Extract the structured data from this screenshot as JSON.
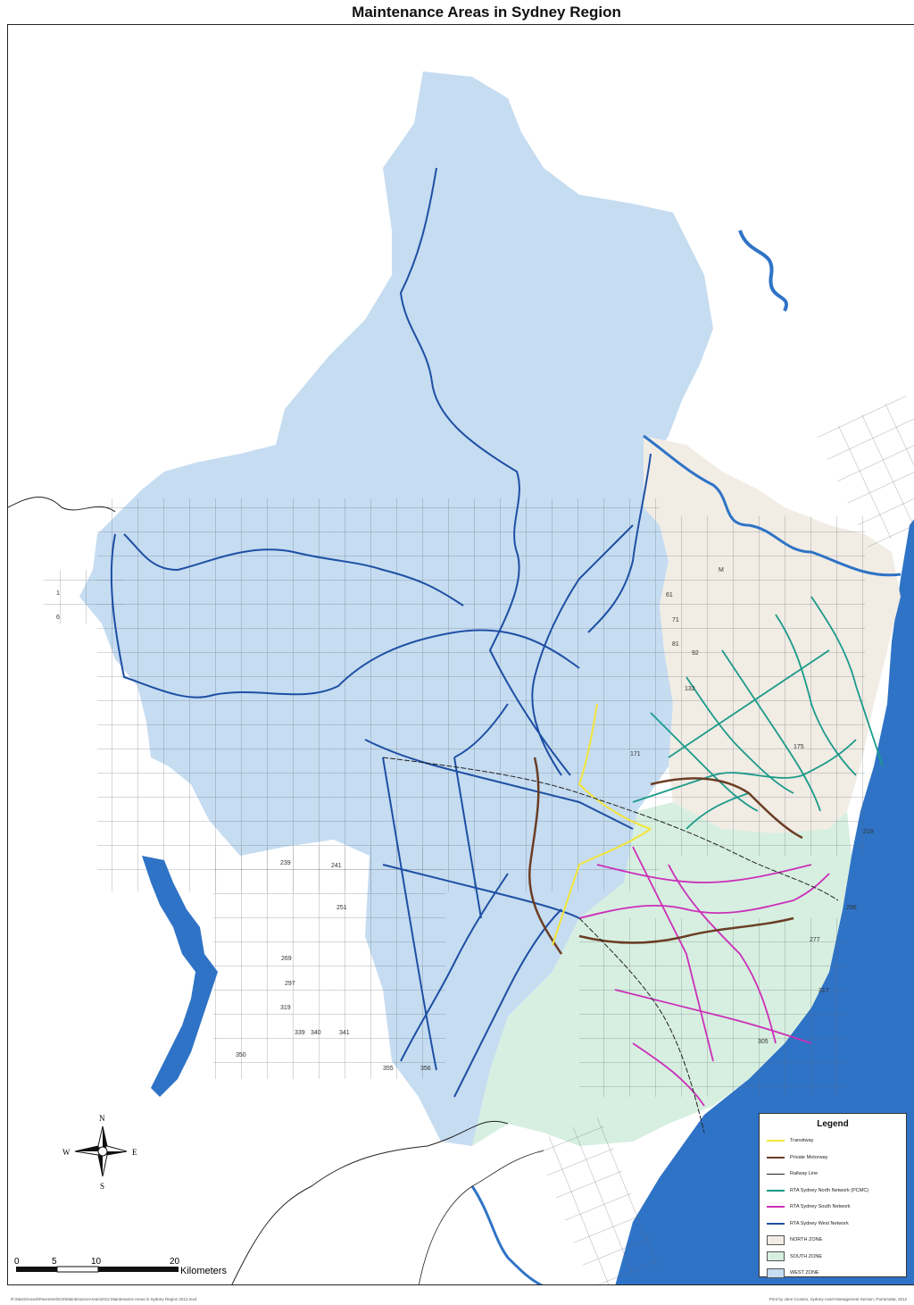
{
  "title": "Maintenance Areas in Sydney Region",
  "legend": {
    "title": "Legend",
    "items": [
      {
        "label": "Transitway",
        "kind": "line",
        "color": "#f2e53a"
      },
      {
        "label": "Private Motorway",
        "kind": "line",
        "color": "#6b3d24"
      },
      {
        "label": "Railway Line",
        "kind": "rail",
        "color": "#222222"
      },
      {
        "label": "RTA Sydney North Network (PCMC)",
        "kind": "line",
        "color": "#1a9a8a"
      },
      {
        "label": "RTA Sydney South Network",
        "kind": "line",
        "color": "#cc2fb8"
      },
      {
        "label": "RTA Sydney West Network",
        "kind": "line",
        "color": "#1e4fa3"
      },
      {
        "label": "NORTH ZONE",
        "kind": "box",
        "color": "#f1ece4"
      },
      {
        "label": "SOUTH ZONE",
        "kind": "box",
        "color": "#d6efe0"
      },
      {
        "label": "WEST ZONE",
        "kind": "box",
        "color": "#c5dcf1"
      }
    ]
  },
  "compass": {
    "n": "N",
    "s": "S",
    "e": "E",
    "w": "W"
  },
  "scale": {
    "ticks": [
      "0",
      "5",
      "10",
      "20"
    ],
    "unit": "Kilometers"
  },
  "colors": {
    "ocean": "#2f73c6",
    "west_zone": "#c5dcf1",
    "north_zone": "#f1ece4",
    "south_zone": "#d6efe0"
  },
  "grid_labels": {
    "cells": [
      "1",
      "6",
      "M",
      "61",
      "71",
      "81",
      "92",
      "132",
      "171",
      "175",
      "218",
      "239",
      "241",
      "251",
      "269",
      "277",
      "296",
      "297",
      "305",
      "317",
      "319",
      "339",
      "340",
      "341",
      "350",
      "355",
      "356"
    ]
  },
  "footer": {
    "left": "R:\\S&SS\\Asset\\Pavement\\GIS\\MaintenanceAreas\\2012 Maintenance Areas in Sydney Region 2012.mxd",
    "right": "Print by Jane Croston, Sydney Asset Management Section, Parramatta, 2012"
  }
}
